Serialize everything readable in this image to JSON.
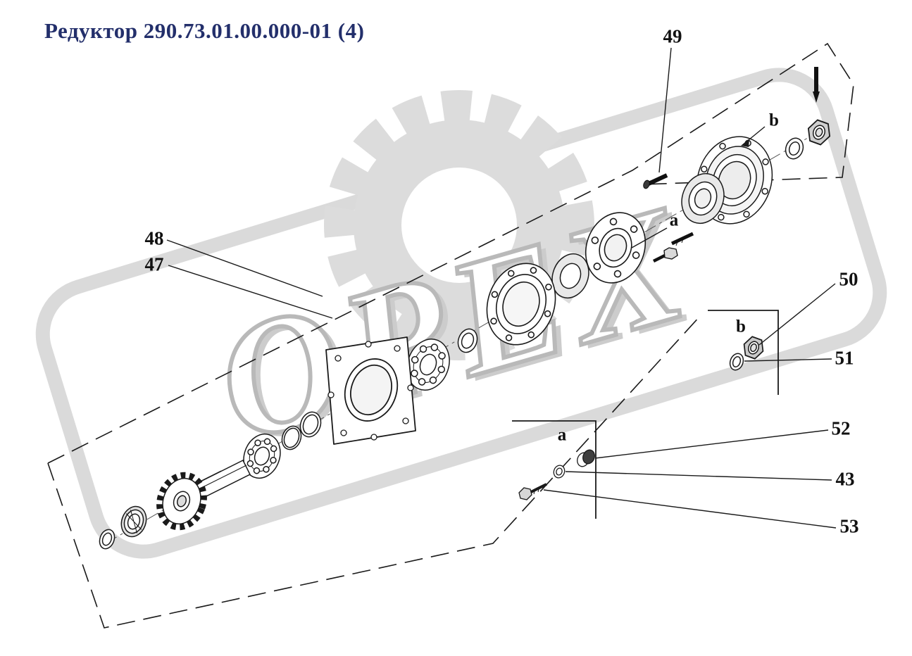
{
  "title": "Редуктор 290.73.01.00.000-01 (4)",
  "watermark": {
    "text": "ОРЕХ"
  },
  "callouts": {
    "l49": "49",
    "l48": "48",
    "l47": "47",
    "l50": "50",
    "l51": "51",
    "l52": "52",
    "l43": "43",
    "l53": "53"
  },
  "section_letters": {
    "b_top": "b",
    "a_mid": "a",
    "b_right": "b",
    "a_bottom": "a"
  },
  "colors": {
    "title_ink": "#232f6b",
    "line_ink": "#1a1a1a",
    "watermark_gray": "#d6d6d6"
  }
}
